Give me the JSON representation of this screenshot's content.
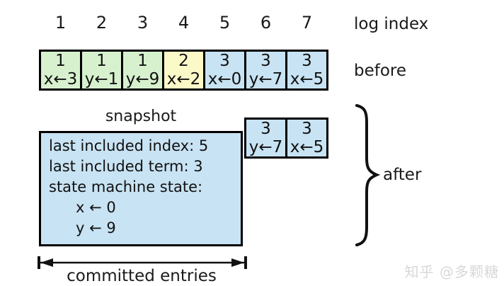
{
  "palette": {
    "green": "#d7f1cf",
    "yellow": "#fcf9c9",
    "blue": "#c8e3f3",
    "border": "#000000",
    "text": "#111111",
    "watermark": "#d8d8d8"
  },
  "log_index": {
    "label": "log index",
    "indices": [
      "1",
      "2",
      "3",
      "4",
      "5",
      "6",
      "7"
    ]
  },
  "before": {
    "label": "before",
    "entries": [
      {
        "term": "1",
        "command": "x←3",
        "color": "green"
      },
      {
        "term": "1",
        "command": "y←1",
        "color": "green"
      },
      {
        "term": "1",
        "command": "y←9",
        "color": "green"
      },
      {
        "term": "2",
        "command": "x←2",
        "color": "yellow"
      },
      {
        "term": "3",
        "command": "x←0",
        "color": "blue"
      },
      {
        "term": "3",
        "command": "y←7",
        "color": "blue"
      },
      {
        "term": "3",
        "command": "x←5",
        "color": "blue"
      }
    ]
  },
  "after": {
    "label": "after",
    "snapshot": {
      "title": "snapshot",
      "lines": [
        "last included index: 5",
        "last included term: 3",
        "state machine state:",
        "x ← 0",
        "y ← 9"
      ]
    },
    "entries": [
      {
        "term": "3",
        "command": "y←7",
        "color": "blue"
      },
      {
        "term": "3",
        "command": "x←5",
        "color": "blue"
      }
    ]
  },
  "committed": {
    "label": "committed entries"
  },
  "watermark": {
    "text": "知乎 @多颗糖"
  }
}
